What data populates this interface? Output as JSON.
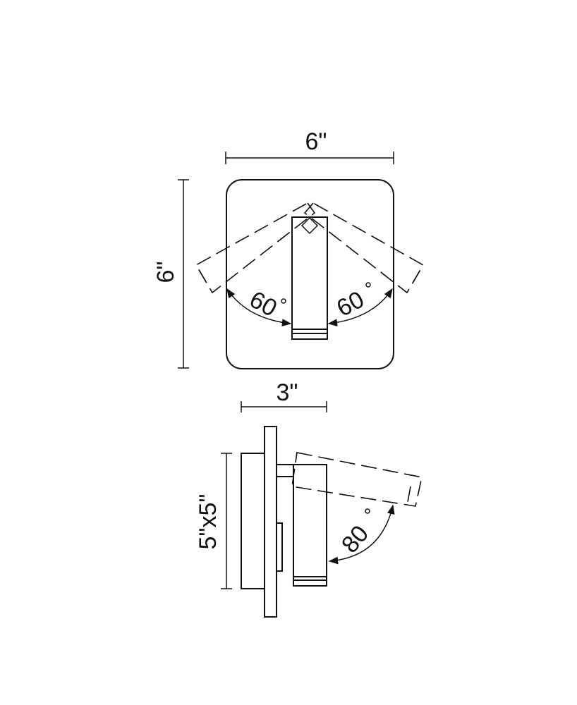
{
  "front_view": {
    "width_label": "6\"",
    "height_label": "6\"",
    "angle_left": "60",
    "angle_right": "60"
  },
  "side_view": {
    "depth_label": "3\"",
    "size_label": "5\"x5\"",
    "angle": "80"
  }
}
